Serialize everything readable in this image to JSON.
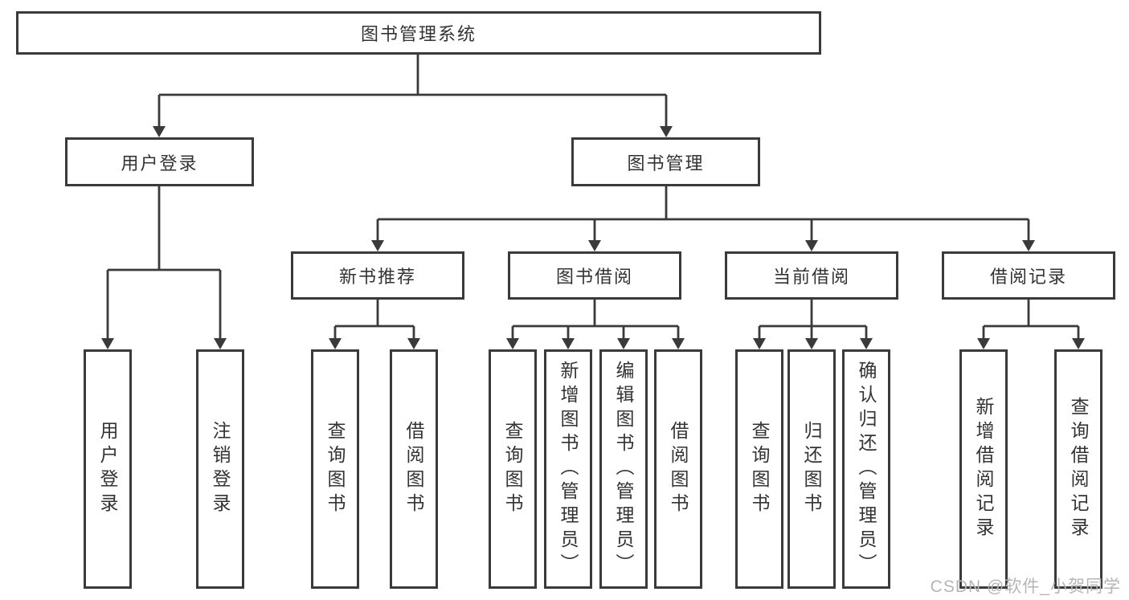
{
  "colors": {
    "line": "#3a3a3a",
    "border": "#3a3a3a",
    "box_fill": "#ffffff",
    "text": "#333333",
    "watermark": "#b5b5b5",
    "page_background": "#ffffff"
  },
  "watermark": {
    "text": "CSDN @软件_小贺同学"
  },
  "tree": {
    "root": {
      "label": "图书管理系统"
    },
    "user_login": {
      "label": "用户登录",
      "leaves": [
        "用户登录",
        "注销登录"
      ]
    },
    "book_management": {
      "label": "图书管理",
      "new_book_recommendation": {
        "label": "新书推荐",
        "leaves": [
          "查询图书",
          "借阅图书"
        ]
      },
      "book_borrowing": {
        "label": "图书借阅",
        "leaves": [
          "查询图书",
          "新增图书（管理员）",
          "编辑图书（管理员）",
          "借阅图书"
        ]
      },
      "current_borrowing": {
        "label": "当前借阅",
        "leaves": [
          "查询图书",
          "归还图书",
          "确认归还（管理员）"
        ]
      },
      "borrowing_records": {
        "label": "借阅记录",
        "leaves": [
          "新增借阅记录",
          "查询借阅记录"
        ]
      }
    }
  }
}
